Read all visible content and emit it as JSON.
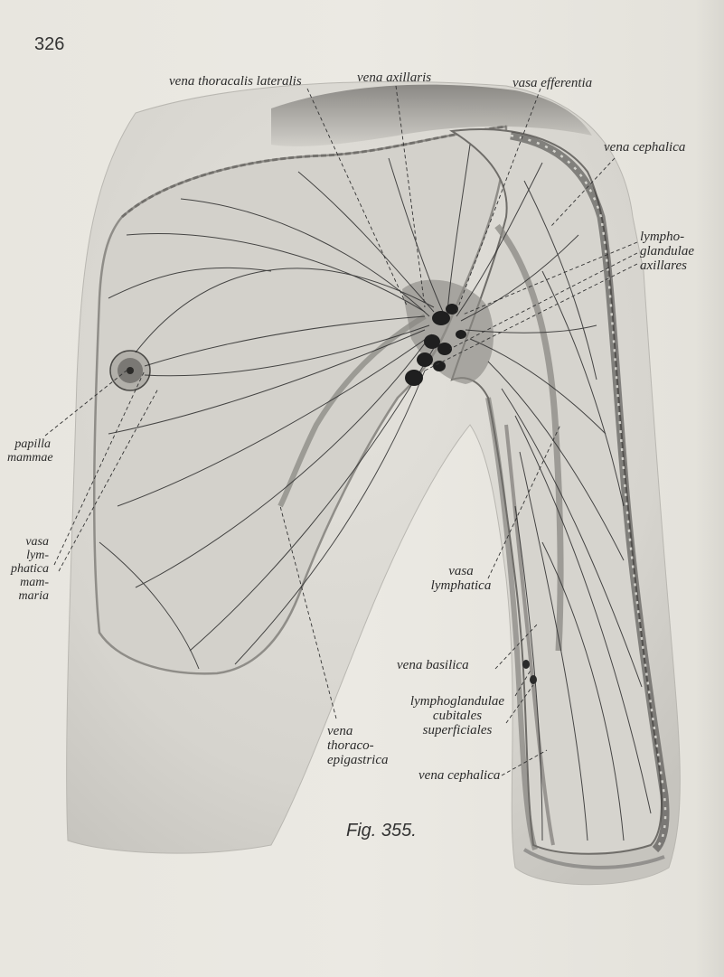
{
  "page_number": "326",
  "figure_caption": "Fig. 355.",
  "labels": {
    "vena_thoracalis_lateralis": "vena thoracalis lateralis",
    "vena_axillaris": "vena axillaris",
    "vasa_efferentia": "vasa efferentia",
    "vena_cephalica_top": "vena cephalica",
    "lymphoglandulae_axillares": [
      "lympho-",
      "glandulae",
      "axillares"
    ],
    "papilla_mammae": [
      "papilla",
      "mammae"
    ],
    "vasa_lymphatica_mammaria": [
      "vasa",
      "lym-",
      "phatica",
      "mam-",
      "maria"
    ],
    "vasa_lymphatica": [
      "vasa",
      "lymphatica"
    ],
    "vena_basilica": "vena basilica",
    "lymphoglandulae_cubitales_superficiales": [
      "lymphoglandulae",
      "cubitales",
      "superficiales"
    ],
    "vena_thoracoepigastrica": [
      "vena",
      "thoraco-",
      "epigastrica"
    ],
    "vena_cephalica_bottom": "vena cephalica"
  },
  "colors": {
    "paper": "#e9e7e1",
    "skin": "#dcdad4",
    "dissection": "#d2d0ca",
    "shadow": "#8d8b86",
    "vessel": "#2c2c2c",
    "node": "#1f1f1f"
  }
}
